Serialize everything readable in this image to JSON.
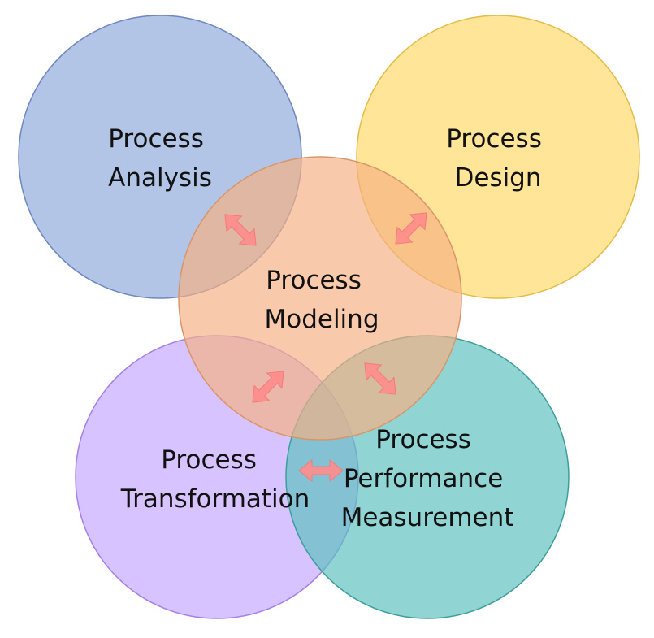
{
  "diagram": {
    "circles": [
      {
        "id": "analysis",
        "lines": [
          "Process",
          "Analysis"
        ],
        "fill": "#8EA9DB",
        "stroke": "#6F87C0"
      },
      {
        "id": "design",
        "lines": [
          "Process",
          "Design"
        ],
        "fill": "#FFD966",
        "stroke": "#E3BC4A"
      },
      {
        "id": "transformation",
        "lines": [
          "Process",
          "Transformation"
        ],
        "fill": "#C3A6FF",
        "stroke": "#A57FEA"
      },
      {
        "id": "measurement",
        "lines": [
          "Process",
          "Performance",
          "Measurement"
        ],
        "fill": "#5BC0BE",
        "stroke": "#3E9E9C"
      },
      {
        "id": "modeling",
        "lines": [
          "Process",
          "Modeling"
        ],
        "fill": "#F4B183",
        "stroke": "#D9956A"
      }
    ],
    "arrow_color": "#FF8C8C"
  }
}
